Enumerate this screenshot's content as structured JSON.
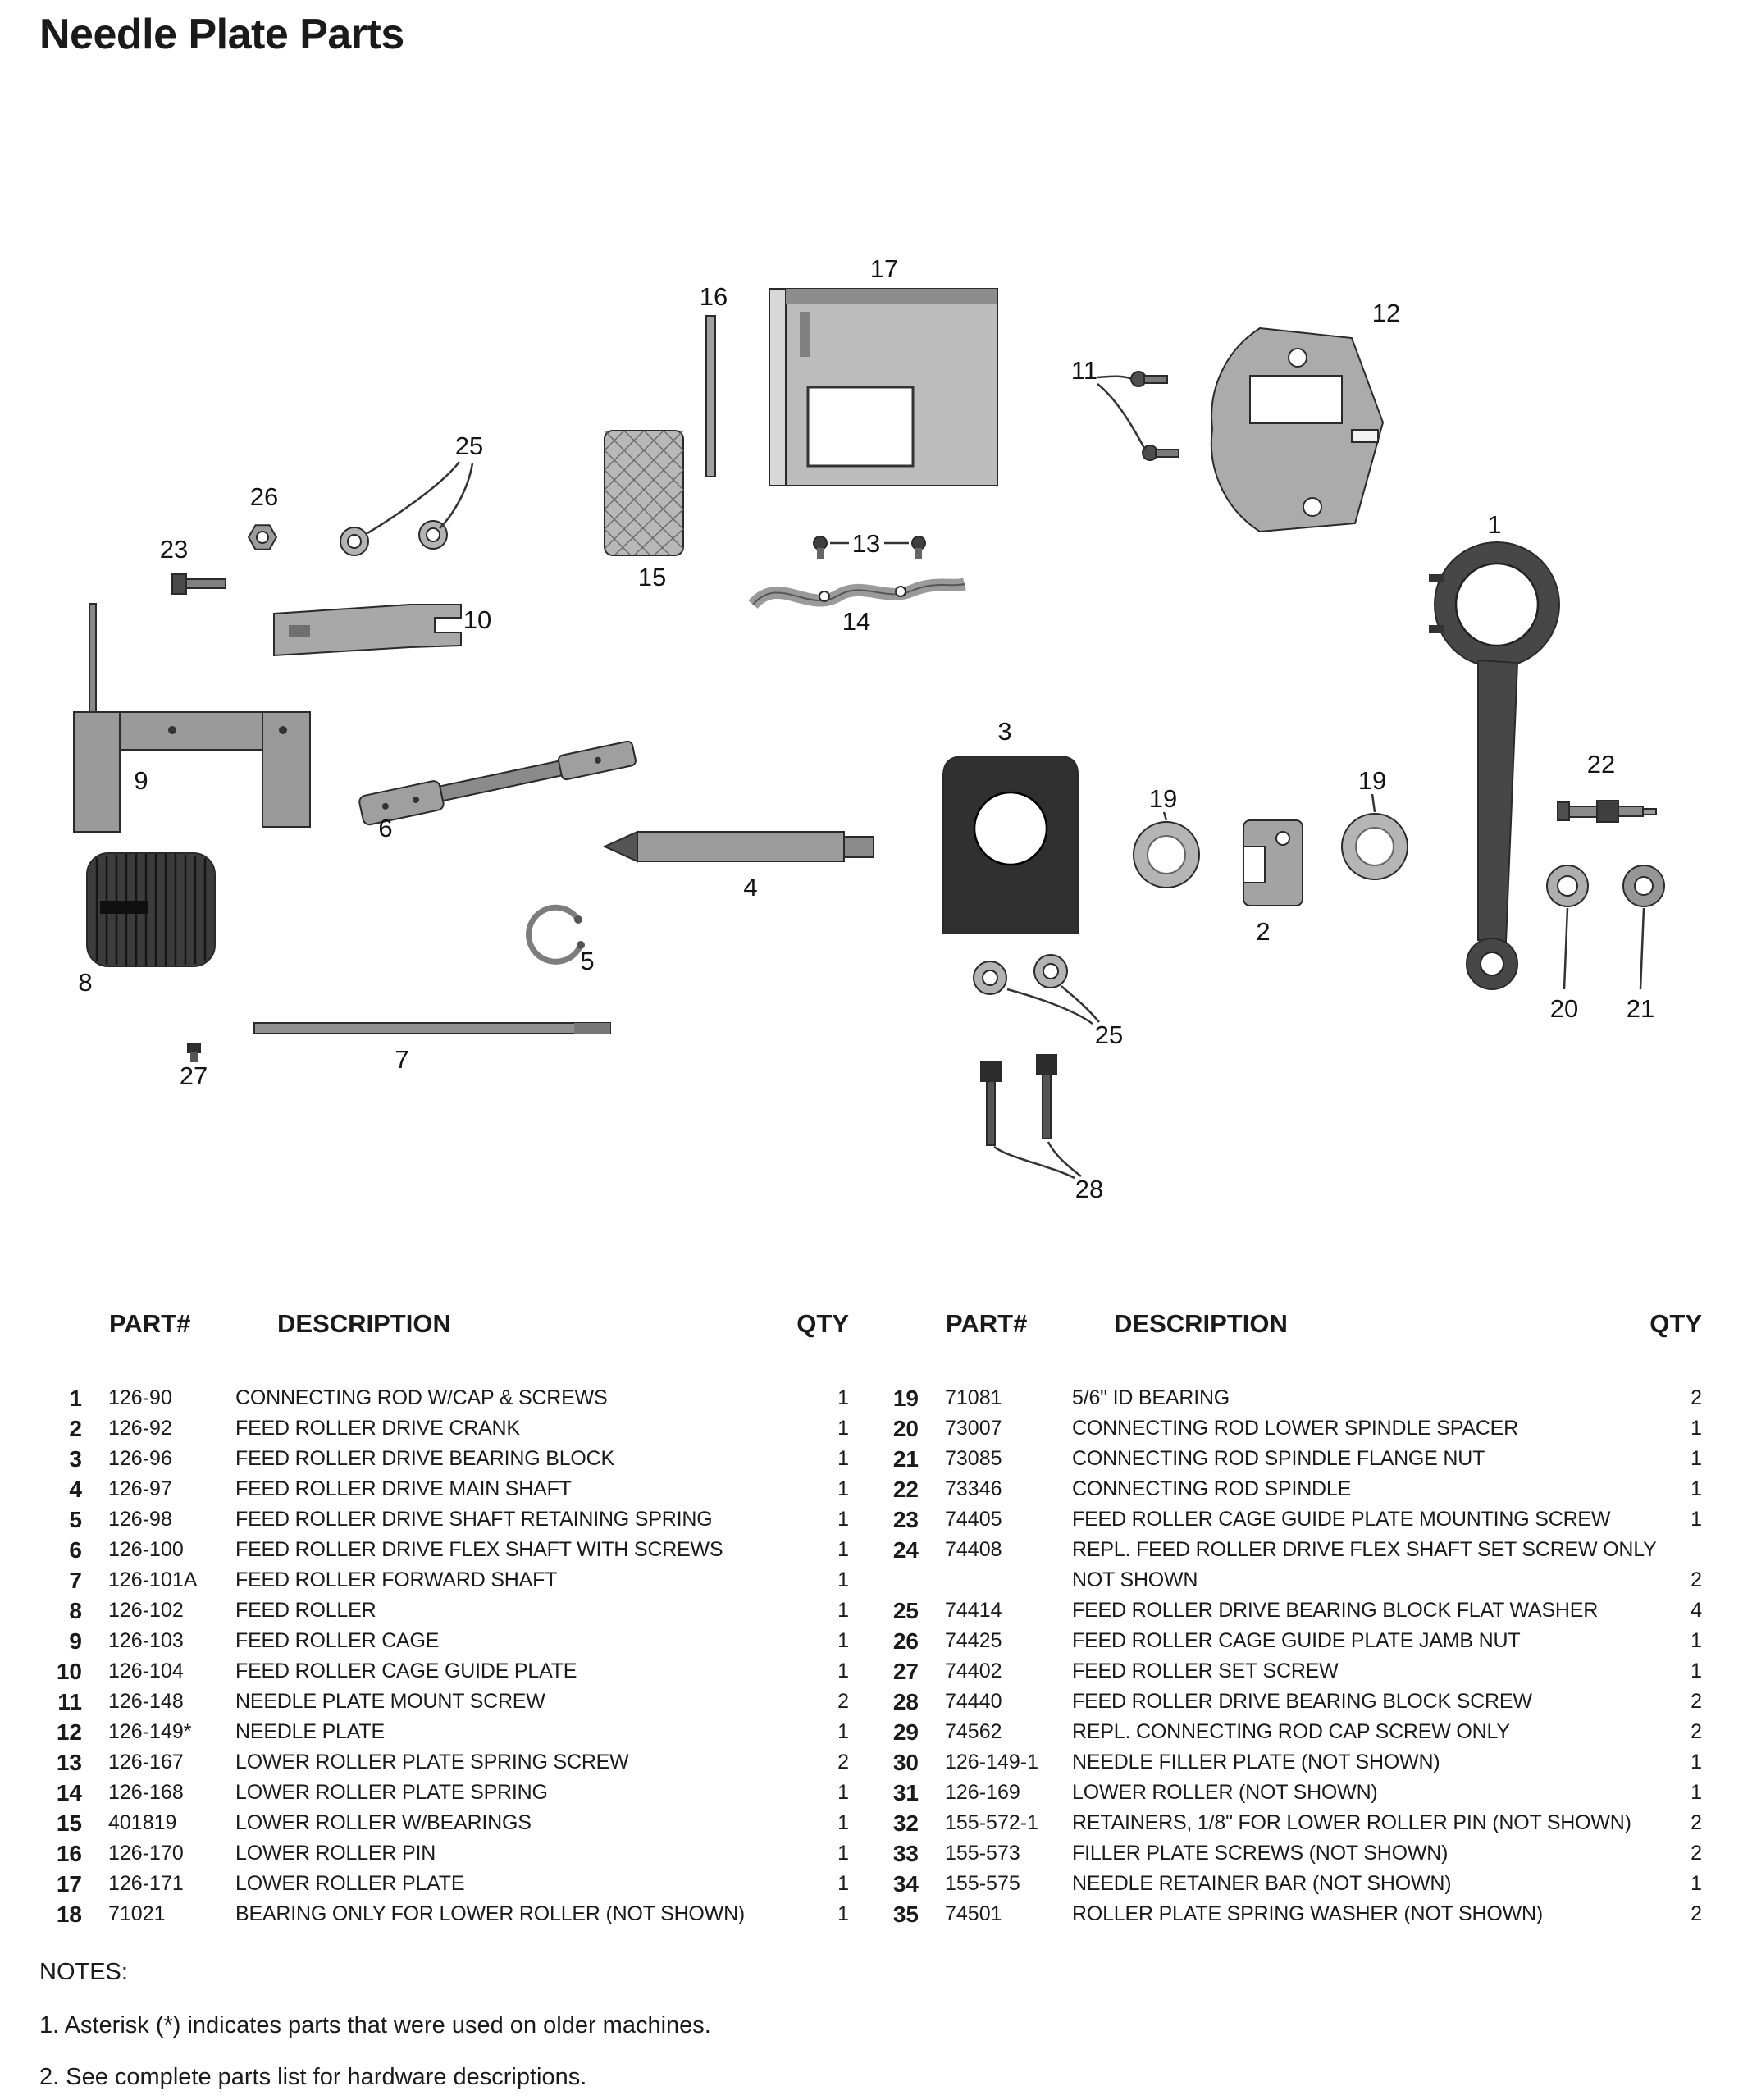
{
  "page": {
    "title": "Needle Plate Parts"
  },
  "diagram": {
    "callouts": [
      {
        "label": "17"
      },
      {
        "label": "16"
      },
      {
        "label": "12"
      },
      {
        "label": "11"
      },
      {
        "label": "25"
      },
      {
        "label": "26"
      },
      {
        "label": "23"
      },
      {
        "label": "15"
      },
      {
        "label": "13"
      },
      {
        "label": "14"
      },
      {
        "label": "10"
      },
      {
        "label": "9"
      },
      {
        "label": "6"
      },
      {
        "label": "3"
      },
      {
        "label": "19"
      },
      {
        "label": "2"
      },
      {
        "label": "19"
      },
      {
        "label": "1"
      },
      {
        "label": "22"
      },
      {
        "label": "4"
      },
      {
        "label": "5"
      },
      {
        "label": "8"
      },
      {
        "label": "20"
      },
      {
        "label": "21"
      },
      {
        "label": "25"
      },
      {
        "label": "7"
      },
      {
        "label": "27"
      },
      {
        "label": "28"
      }
    ]
  },
  "table": {
    "columns": {
      "part": "PART#",
      "desc": "DESCRIPTION",
      "qty": "QTY"
    },
    "left_rows": [
      {
        "num": "1",
        "part": "126-90",
        "desc": "CONNECTING ROD W/CAP & SCREWS",
        "qty": "1"
      },
      {
        "num": "2",
        "part": "126-92",
        "desc": "FEED ROLLER DRIVE CRANK",
        "qty": "1"
      },
      {
        "num": "3",
        "part": "126-96",
        "desc": "FEED ROLLER DRIVE BEARING BLOCK",
        "qty": "1"
      },
      {
        "num": "4",
        "part": "126-97",
        "desc": "FEED ROLLER DRIVE MAIN SHAFT",
        "qty": "1"
      },
      {
        "num": "5",
        "part": "126-98",
        "desc": "FEED ROLLER DRIVE SHAFT RETAINING SPRING",
        "qty": "1"
      },
      {
        "num": "6",
        "part": "126-100",
        "desc": "FEED ROLLER DRIVE FLEX SHAFT WITH SCREWS",
        "qty": "1"
      },
      {
        "num": "7",
        "part": "126-101A",
        "desc": "FEED ROLLER FORWARD SHAFT",
        "qty": "1"
      },
      {
        "num": "8",
        "part": "126-102",
        "desc": "FEED ROLLER",
        "qty": "1"
      },
      {
        "num": "9",
        "part": "126-103",
        "desc": "FEED ROLLER CAGE",
        "qty": "1"
      },
      {
        "num": "10",
        "part": "126-104",
        "desc": "FEED ROLLER CAGE GUIDE PLATE",
        "qty": "1"
      },
      {
        "num": "11",
        "part": "126-148",
        "desc": "NEEDLE PLATE MOUNT SCREW",
        "qty": "2"
      },
      {
        "num": "12",
        "part": "126-149*",
        "desc": "NEEDLE PLATE",
        "qty": "1"
      },
      {
        "num": "13",
        "part": "126-167",
        "desc": "LOWER ROLLER PLATE SPRING SCREW",
        "qty": "2"
      },
      {
        "num": "14",
        "part": "126-168",
        "desc": "LOWER ROLLER PLATE SPRING",
        "qty": "1"
      },
      {
        "num": "15",
        "part": "401819",
        "desc": "LOWER ROLLER W/BEARINGS",
        "qty": "1"
      },
      {
        "num": "16",
        "part": "126-170",
        "desc": "LOWER ROLLER PIN",
        "qty": "1"
      },
      {
        "num": "17",
        "part": "126-171",
        "desc": "LOWER ROLLER PLATE",
        "qty": "1"
      },
      {
        "num": "18",
        "part": "71021",
        "desc": "BEARING ONLY FOR LOWER ROLLER (NOT SHOWN)",
        "qty": "1"
      }
    ],
    "right_rows": [
      {
        "num": "19",
        "part": "71081",
        "desc": "5/6\" ID BEARING",
        "qty": "2"
      },
      {
        "num": "20",
        "part": "73007",
        "desc": "CONNECTING ROD LOWER SPINDLE SPACER",
        "qty": "1"
      },
      {
        "num": "21",
        "part": "73085",
        "desc": "CONNECTING ROD SPINDLE FLANGE NUT",
        "qty": "1"
      },
      {
        "num": "22",
        "part": "73346",
        "desc": "CONNECTING ROD SPINDLE",
        "qty": "1"
      },
      {
        "num": "23",
        "part": "74405",
        "desc": "FEED ROLLER CAGE GUIDE PLATE MOUNTING SCREW",
        "qty": "1"
      },
      {
        "num": "24",
        "part": "74408",
        "desc": "REPL. FEED ROLLER DRIVE FLEX SHAFT SET SCREW ONLY",
        "desc2": "NOT SHOWN",
        "qty": "2"
      },
      {
        "num": "25",
        "part": "74414",
        "desc": "FEED ROLLER DRIVE BEARING BLOCK FLAT WASHER",
        "qty": "4"
      },
      {
        "num": "26",
        "part": "74425",
        "desc": "FEED ROLLER CAGE GUIDE PLATE JAMB NUT",
        "qty": "1"
      },
      {
        "num": "27",
        "part": "74402",
        "desc": "FEED ROLLER SET SCREW",
        "qty": "1"
      },
      {
        "num": "28",
        "part": "74440",
        "desc": "FEED ROLLER DRIVE BEARING BLOCK SCREW",
        "qty": "2"
      },
      {
        "num": "29",
        "part": "74562",
        "desc": "REPL. CONNECTING ROD CAP SCREW ONLY",
        "qty": "2"
      },
      {
        "num": "30",
        "part": "126-149-1",
        "desc": "NEEDLE FILLER PLATE (NOT SHOWN)",
        "qty": "1"
      },
      {
        "num": "31",
        "part": "126-169",
        "desc": "LOWER ROLLER (NOT SHOWN)",
        "qty": "1"
      },
      {
        "num": "32",
        "part": "155-572-1",
        "desc": "RETAINERS, 1/8\" FOR LOWER ROLLER PIN (NOT SHOWN)",
        "qty": "2"
      },
      {
        "num": "33",
        "part": "155-573",
        "desc": "FILLER PLATE SCREWS (NOT SHOWN)",
        "qty": "2"
      },
      {
        "num": "34",
        "part": "155-575",
        "desc": "NEEDLE RETAINER BAR (NOT SHOWN)",
        "qty": "1"
      },
      {
        "num": "35",
        "part": "74501",
        "desc": "ROLLER PLATE SPRING WASHER (NOT SHOWN)",
        "qty": "2"
      }
    ]
  },
  "notes": {
    "heading": "NOTES:",
    "items": [
      "1.  Asterisk (*) indicates parts that were used on older machines.",
      "2.  See complete parts list for hardware descriptions."
    ]
  }
}
